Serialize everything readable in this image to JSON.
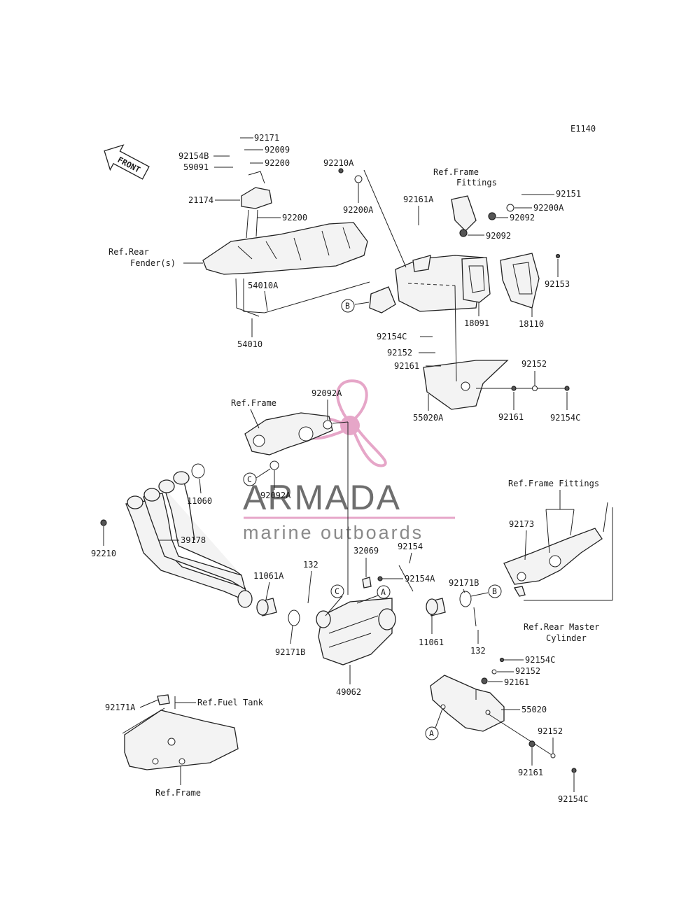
{
  "diagram_code": "E1140",
  "front_label": "FRONT",
  "watermark": {
    "brand": "ARMADA",
    "tagline": "marine outboards",
    "accent_color": "#e6a6c8",
    "text_color": "#6e6e6e"
  },
  "circle_refs": [
    "A",
    "B",
    "C"
  ],
  "labels": {
    "p92171": "92171",
    "p92009": "92009",
    "p92154B": "92154B",
    "p59091": "59091",
    "p92200_top": "92200",
    "p21174": "21174",
    "p92200_mid": "92200",
    "ref_rear_fender_1": "Ref.Rear",
    "ref_rear_fender_2": "Fender(s)",
    "p54010A": "54010A",
    "p54010": "54010",
    "p92210A": "92210A",
    "p92200A_l": "92200A",
    "p92161A": "92161A",
    "ref_frame_fittings_1": "Ref.Frame",
    "ref_frame_fittings_2": "Fittings",
    "p92151": "92151",
    "p92200A_r": "92200A",
    "p92092_a": "92092",
    "p92092_b": "92092",
    "p92153": "92153",
    "p18091": "18091",
    "p18110": "18110",
    "p92154C_a": "92154C",
    "p92152_a": "92152",
    "p92161_a": "92161",
    "p92152_b": "92152",
    "p55020A": "55020A",
    "p92161_b": "92161",
    "p92154C_b": "92154C",
    "ref_frame_mid": "Ref.Frame",
    "p92092A_a": "92092A",
    "p92092A_b": "92092A",
    "p11060": "11060",
    "p92210": "92210",
    "p39178": "39178",
    "ref_frame_fittings_r": "Ref.Frame Fittings",
    "p92173": "92173",
    "p92154": "92154",
    "p32069": "32069",
    "p92154A": "92154A",
    "p92171B_r": "92171B",
    "p132_l": "132",
    "p11061A": "11061A",
    "p92171B_l": "92171B",
    "p11061": "11061",
    "p132_r": "132",
    "ref_rear_master_1": "Ref.Rear Master",
    "ref_rear_master_2": "Cylinder",
    "p49062": "49062",
    "p92154C_c": "92154C",
    "p92152_c": "92152",
    "p92161_c": "92161",
    "p55020": "55020",
    "p92152_d": "92152",
    "p92161_d": "92161",
    "p92154C_d": "92154C",
    "p92171A": "92171A",
    "ref_fuel_tank": "Ref.Fuel Tank",
    "ref_frame_bottom": "Ref.Frame"
  }
}
